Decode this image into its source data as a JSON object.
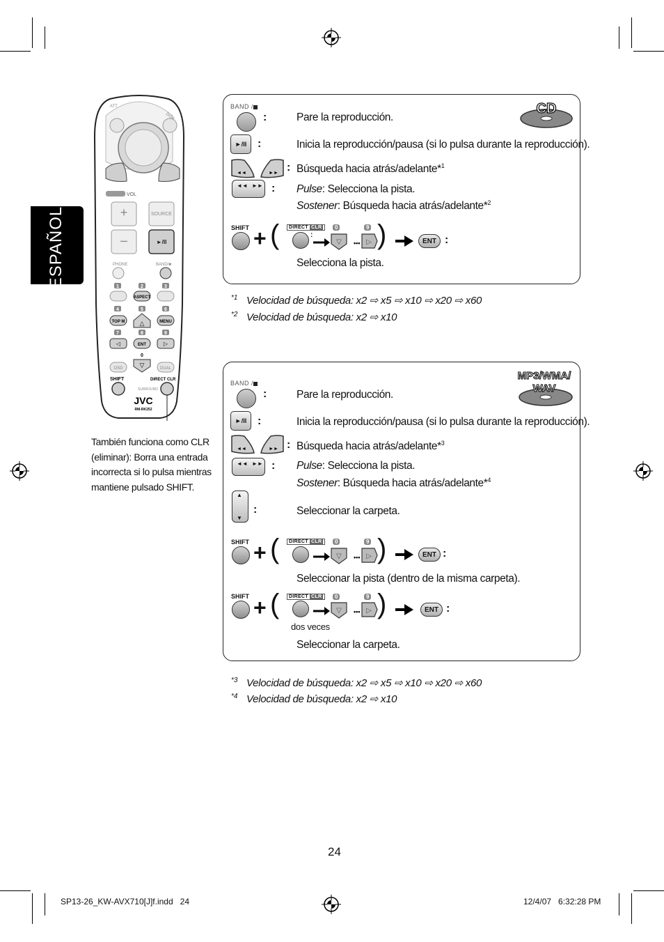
{
  "sidebar": {
    "language_tab": "ESPAÑOL"
  },
  "page_number": "24",
  "footer": {
    "file": "SP13-26_KW-AVX710[J]f.indd   24",
    "date": "12/4/07   6:32:28 PM"
  },
  "remote": {
    "model": "RM-RK252",
    "brand": "JVC",
    "labels": {
      "att": "ATT",
      "disp": "DISP",
      "vol": "VOL",
      "source": "SOURCE",
      "phone": "PHONE",
      "band": "BAND",
      "aspect": "ASPECT",
      "top_m": "TOP M",
      "menu": "MENU",
      "ent": "ENT",
      "osd": "OSD",
      "dual": "DUAL",
      "shift": "SHIFT",
      "surround": "SURROUND",
      "direct_clr": "DIRECT CLR",
      "n1": "1",
      "n2": "2",
      "n3": "3",
      "n4": "4",
      "n5": "5",
      "n6": "6",
      "n7": "7",
      "n8": "8",
      "n9": "9",
      "n0": "0"
    },
    "callout": "También funciona como CLR (eliminar): Borra una entrada incorrecta si lo pulsa mientras mantiene pulsado SHIFT."
  },
  "keys": {
    "band": "BAND /",
    "shift": "SHIFT",
    "direct": "DIRECT",
    "clr": "CLR",
    "ent": "ENT",
    "zero": "0",
    "nine": "9"
  },
  "cd_panel": {
    "badge": "CD",
    "rows": {
      "stop": "Pare la reproducción.",
      "play": "Inicia la reproducción/pausa (si lo pulsa durante la reproducción).",
      "search": "Búsqueda hacia atrás/adelante*",
      "search_sup": "1",
      "pulse_label": "Pulse",
      "pulse_text": ": Selecciona la pista.",
      "hold_label": "Sostener",
      "hold_text": ": Búsqueda hacia atrás/adelante*",
      "hold_sup": "2",
      "select_track": "Selecciona la pista."
    },
    "notes": [
      {
        "mark": "*1",
        "text": "Velocidad de búsqueda: x2 ⇨ x5 ⇨ x10 ⇨ x20 ⇨ x60"
      },
      {
        "mark": "*2",
        "text": "Velocidad de búsqueda: x2 ⇨ x10"
      }
    ]
  },
  "mp3_panel": {
    "badge_line1": "MP3/WMA/",
    "badge_line2": "WAV",
    "rows": {
      "stop": "Pare la reproducción.",
      "play": "Inicia la reproducción/pausa (si lo pulsa durante la reproducción).",
      "search": "Búsqueda hacia atrás/adelante*",
      "search_sup": "3",
      "pulse_label": "Pulse",
      "pulse_text": ": Selecciona la pista.",
      "hold_label": "Sostener",
      "hold_text": ": Búsqueda hacia atrás/adelante*",
      "hold_sup": "4",
      "folder": "Seleccionar la carpeta.",
      "track_in_folder": "Seleccionar la pista (dentro de la misma carpeta).",
      "twice": "dos veces",
      "folder2": "Seleccionar la carpeta."
    },
    "notes": [
      {
        "mark": "*3",
        "text": "Velocidad de búsqueda: x2 ⇨ x5 ⇨ x10 ⇨ x20 ⇨ x60"
      },
      {
        "mark": "*4",
        "text": "Velocidad de búsqueda: x2 ⇨ x10"
      }
    ]
  }
}
